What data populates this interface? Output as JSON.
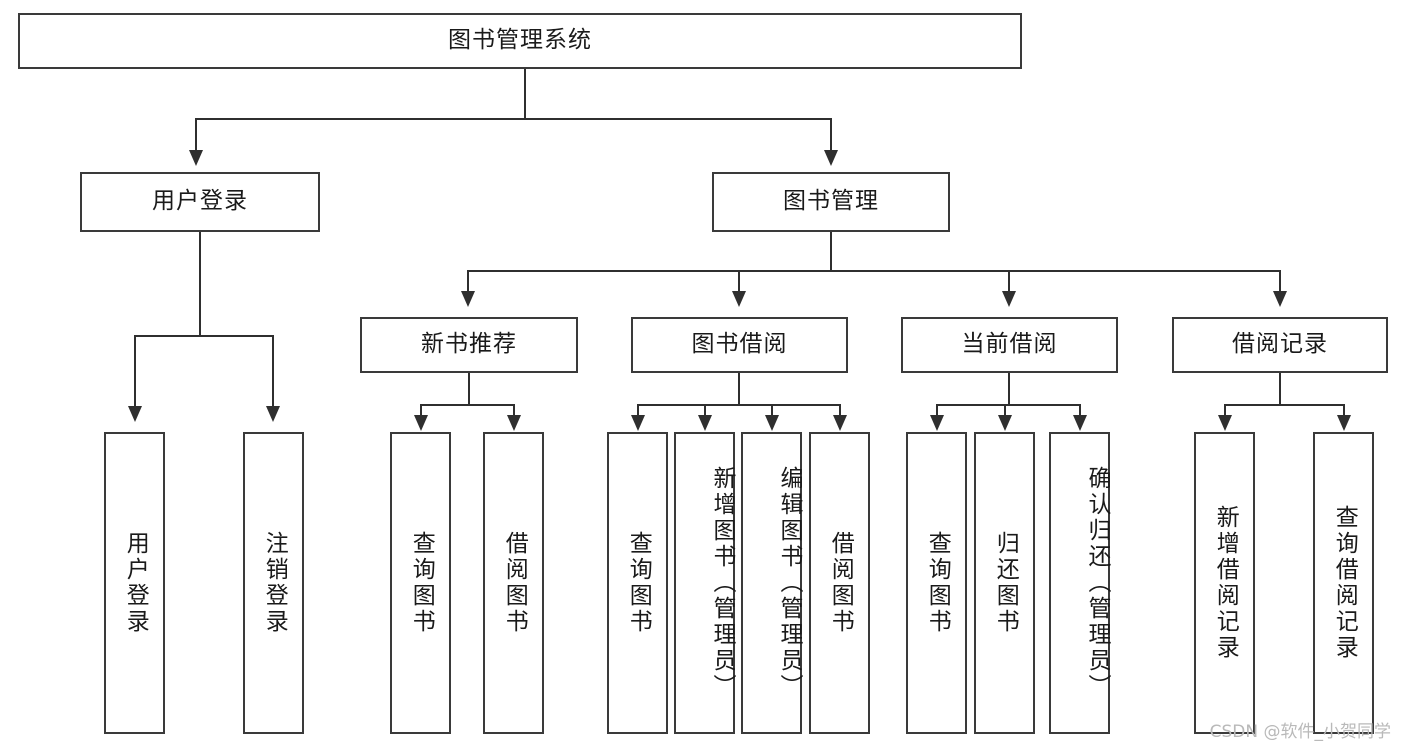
{
  "diagram": {
    "type": "tree-hierarchy",
    "title": "图书管理系统",
    "watermark": "CSDN @软件_小贺同学",
    "colors": {
      "box_border": "#3a3a3a",
      "line": "#2f2f2f",
      "background": "#ffffff",
      "text": "#1a1a1a",
      "watermark": "#b9b9b9"
    },
    "nodes": {
      "root": {
        "label": "图书管理系统",
        "level": 1,
        "orientation": "horizontal"
      },
      "level2": [
        {
          "label": "用户登录",
          "orientation": "horizontal"
        },
        {
          "label": "图书管理",
          "orientation": "horizontal"
        }
      ],
      "level3": [
        {
          "label": "新书推荐",
          "orientation": "horizontal"
        },
        {
          "label": "图书借阅",
          "orientation": "horizontal"
        },
        {
          "label": "当前借阅",
          "orientation": "horizontal"
        },
        {
          "label": "借阅记录",
          "orientation": "horizontal"
        }
      ],
      "leaves": {
        "user_login": [
          {
            "label": "用户登录",
            "orientation": "vertical"
          },
          {
            "label": "注销登录",
            "orientation": "vertical"
          }
        ],
        "new_book_recommend": [
          {
            "label": "查询图书",
            "orientation": "vertical"
          },
          {
            "label": "借阅图书",
            "orientation": "vertical"
          }
        ],
        "book_borrow": [
          {
            "label": "查询图书",
            "orientation": "vertical"
          },
          {
            "label": "新增图书（管理员）",
            "orientation": "vertical"
          },
          {
            "label": "编辑图书（管理员）",
            "orientation": "vertical"
          },
          {
            "label": "借阅图书",
            "orientation": "vertical"
          }
        ],
        "current_borrow": [
          {
            "label": "查询图书",
            "orientation": "vertical"
          },
          {
            "label": "归还图书",
            "orientation": "vertical"
          },
          {
            "label": "确认归还（管理员）",
            "orientation": "vertical"
          }
        ],
        "borrow_record": [
          {
            "label": "新增借阅记录",
            "orientation": "vertical"
          },
          {
            "label": "查询借阅记录",
            "orientation": "vertical"
          }
        ]
      }
    }
  }
}
